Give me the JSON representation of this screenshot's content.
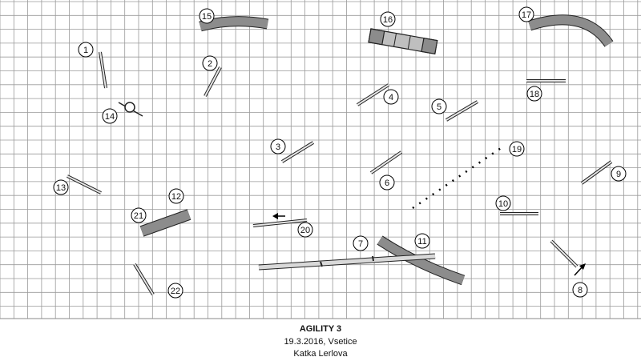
{
  "course": {
    "title": "AGILITY 3",
    "date_location": "19.3.2016, Vsetice",
    "author": "Katka Lerlova"
  },
  "obstacle_numbers": [
    "1",
    "2",
    "3",
    "4",
    "5",
    "6",
    "7",
    "8",
    "9",
    "10",
    "11",
    "12",
    "13",
    "14",
    "15",
    "16",
    "17",
    "18",
    "19",
    "20",
    "21",
    "22"
  ],
  "colors": {
    "grid": "#9a9a9a",
    "tunnel": "#8c8c8c",
    "obstacle_fill": "#bfbfbf",
    "line": "#000000",
    "label_circle_fill": "#ffffff"
  }
}
